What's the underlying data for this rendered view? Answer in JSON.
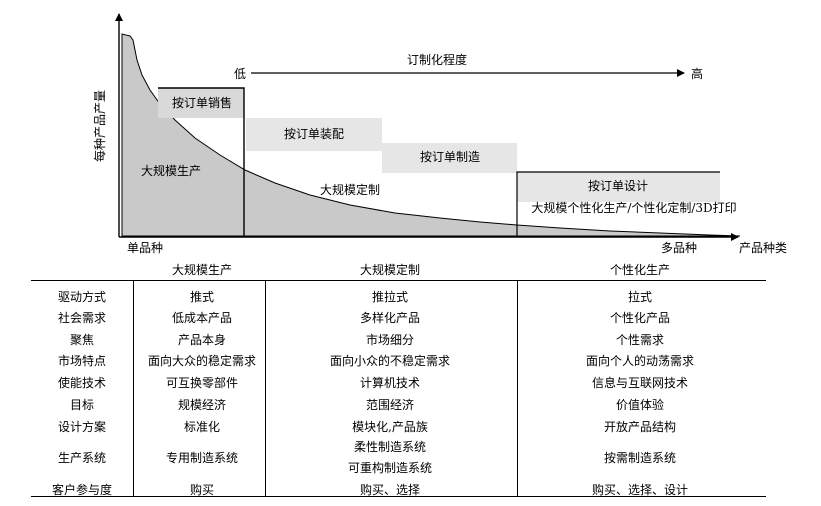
{
  "diagram": {
    "y_axis_label": "每种产品产量",
    "x_axis_label": "产品种类",
    "x_start_label": "单品种",
    "x_end_label": "多品种",
    "customization": {
      "title": "订制化程度",
      "low": "低",
      "high": "高"
    },
    "order_boxes": [
      "按订单销售",
      "按订单装配",
      "按订单制造",
      "按订单设计"
    ],
    "region_labels": {
      "mass_production": "大规模生产",
      "mass_customization": "大规模定制",
      "personalized": "大规模个性化生产/个性化定制/3D打印"
    }
  },
  "table": {
    "columns": [
      "大规模生产",
      "大规模定制",
      "个性化生产"
    ],
    "rows": [
      {
        "label": "驱动方式",
        "values": [
          "推式",
          "推拉式",
          "拉式"
        ]
      },
      {
        "label": "社会需求",
        "values": [
          "低成本产品",
          "多样化产品",
          "个性化产品"
        ]
      },
      {
        "label": "聚焦",
        "values": [
          "产品本身",
          "市场细分",
          "个性需求"
        ]
      },
      {
        "label": "市场特点",
        "values": [
          "面向大众的稳定需求",
          "面向小众的不稳定需求",
          "面向个人的动荡需求"
        ]
      },
      {
        "label": "使能技术",
        "values": [
          "可互换零部件",
          "计算机技术",
          "信息与互联网技术"
        ]
      },
      {
        "label": "目标",
        "values": [
          "规模经济",
          "范围经济",
          "价值体验"
        ]
      },
      {
        "label": "设计方案",
        "values": [
          "标准化",
          "模块化,产品族",
          "开放产品结构"
        ]
      },
      {
        "label": "生产系统",
        "values": [
          "专用制造系统",
          [
            "柔性制造系统",
            "可重构制造系统"
          ],
          "按需制造系统"
        ]
      },
      {
        "label": "客户参与度",
        "values": [
          "购买",
          "购买、选择",
          "购买、选择、设计"
        ]
      }
    ]
  }
}
